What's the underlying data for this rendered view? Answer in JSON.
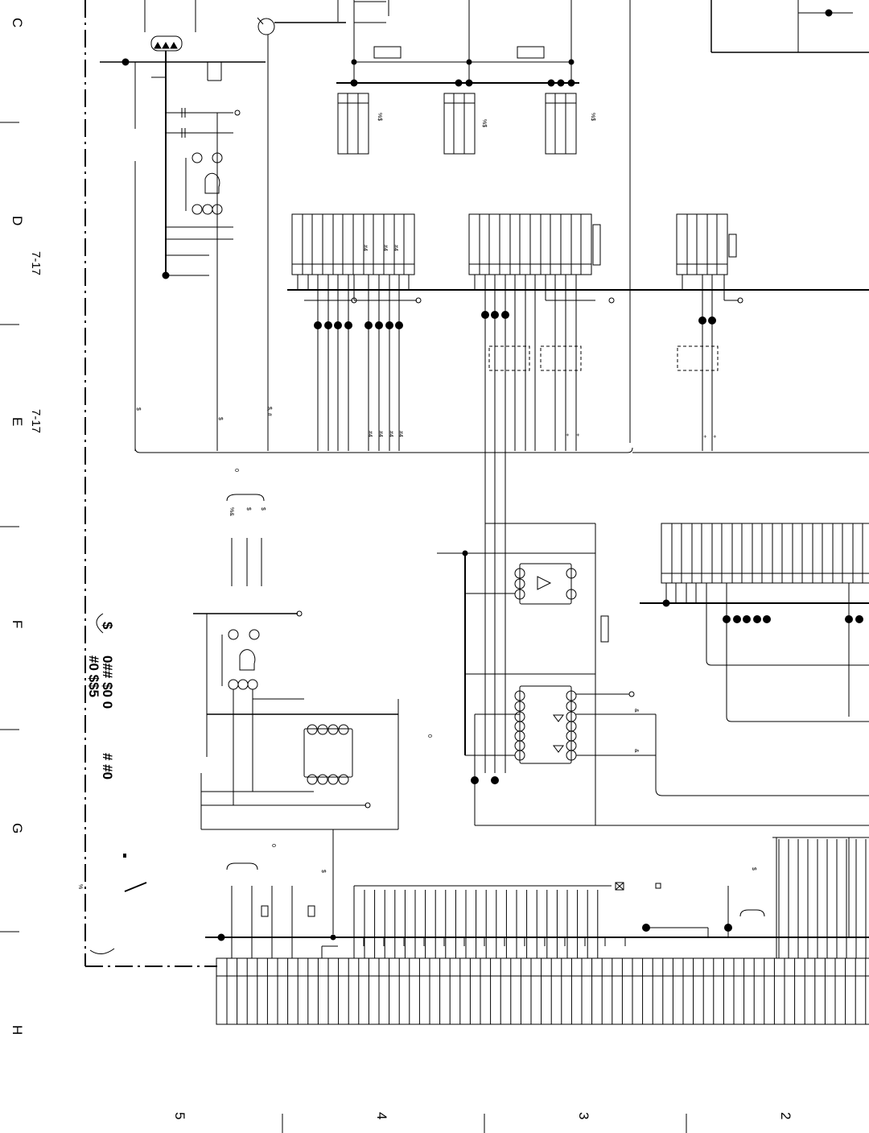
{
  "zones_rows": [
    "C",
    "D",
    "E",
    "F",
    "G",
    "H"
  ],
  "zones_cols": [
    "5",
    "4",
    "3",
    "2"
  ],
  "page_refs": [
    "7-17",
    "7-17"
  ],
  "note": {
    "l1": "$",
    "l2": "0## $0 0",
    "l3": "#0 $$5",
    "l4": "# #0",
    "l5": "0"
  },
  "glyphs": {
    "amp": "&",
    "dollar": "$",
    "pct": "%",
    "hash": "#",
    "hash4": "#4",
    "plus": "+",
    "amp_pct": "%&",
    "dollar_hash": "$, #",
    "pct_dollar": "%$",
    "zero": "0"
  }
}
